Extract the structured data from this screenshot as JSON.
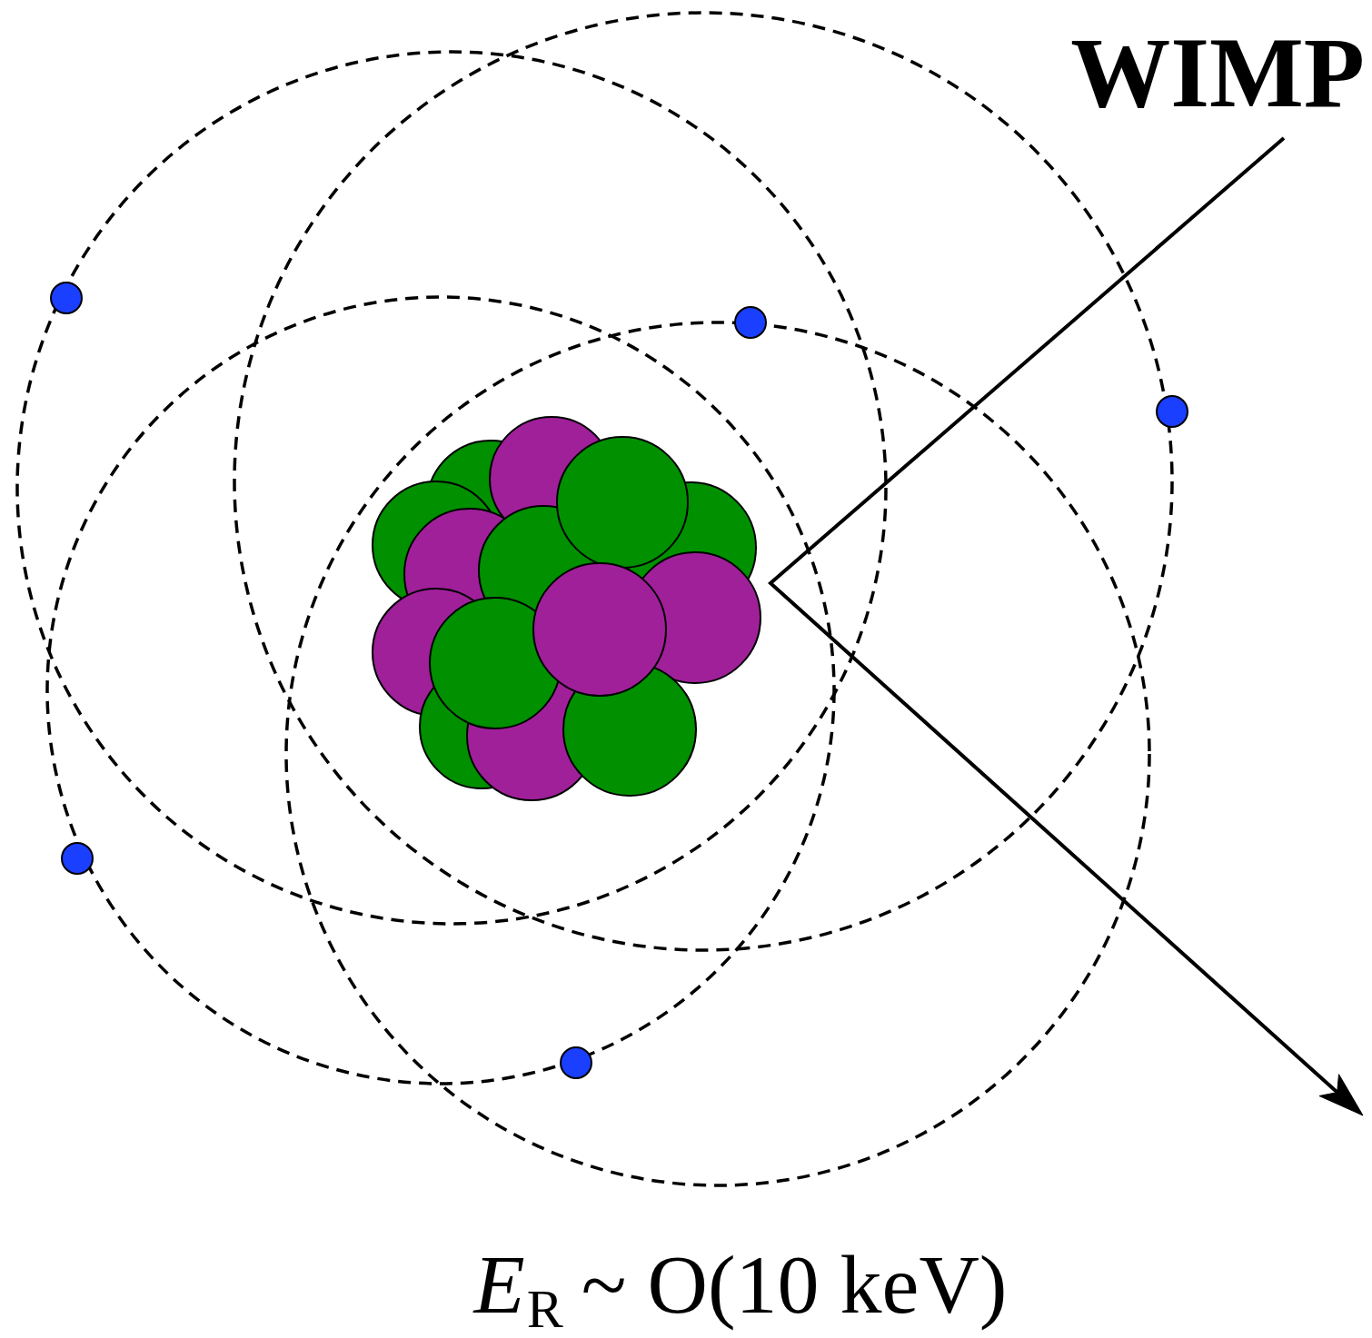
{
  "diagram": {
    "labels": [
      "WIMP",
      "E",
      "R",
      "~ O(10 keV)"
    ]
  }
}
